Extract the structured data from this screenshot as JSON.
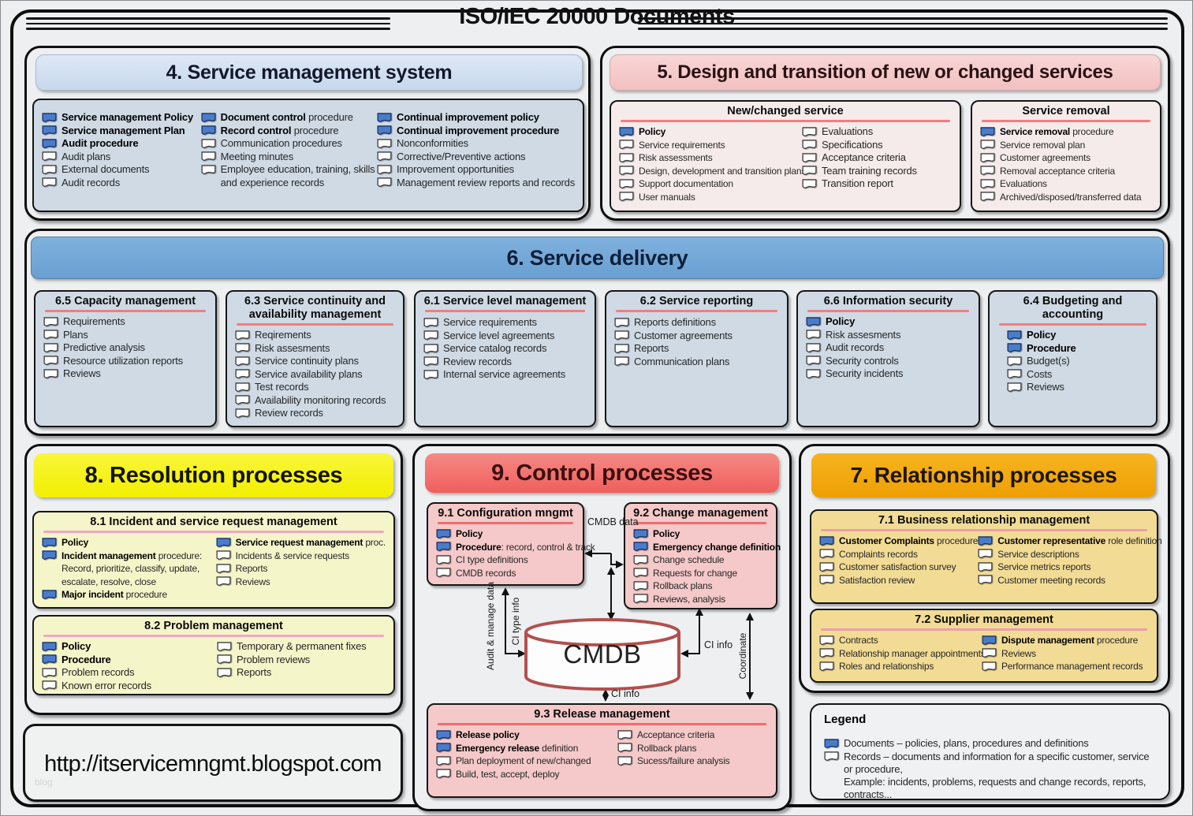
{
  "title": "ISO/IEC 20000 Documents",
  "colors": {
    "document_blue": "#4a7ccc",
    "record_white": "#fdfdfd",
    "s4_header": "#cfdff1",
    "s5_header": "#f5caca",
    "s6_header": "#74a9d9",
    "s8_header": "#f5f203",
    "s9_header": "#f4716f",
    "s7_header": "#f2a80d",
    "cmdb_stroke": "#b2504f"
  },
  "sections": {
    "s4": {
      "title": "4. Service management system",
      "cols": [
        [
          {
            "icon": "blue",
            "bold": "Service management Policy"
          },
          {
            "icon": "blue",
            "bold": "Service management Plan"
          },
          {
            "icon": "blue",
            "bold": "Audit procedure"
          },
          {
            "icon": "white",
            "text": "Audit plans"
          },
          {
            "icon": "white",
            "text": "External documents"
          },
          {
            "icon": "white",
            "text": "Audit records"
          }
        ],
        [
          {
            "icon": "blue",
            "bold": "Document control",
            "text": " procedure"
          },
          {
            "icon": "blue",
            "bold": "Record control",
            "text": " procedure"
          },
          {
            "icon": "white",
            "text": "Communication procedures"
          },
          {
            "icon": "white",
            "text": "Meeting minutes"
          },
          {
            "icon": "white",
            "text": "Employee education, training, skills"
          },
          {
            "icon": "none",
            "text": "and experience records"
          }
        ],
        [
          {
            "icon": "blue",
            "bold": "Continual improvement policy"
          },
          {
            "icon": "blue",
            "bold": "Continual improvement procedure"
          },
          {
            "icon": "white",
            "text": "Nonconformities"
          },
          {
            "icon": "white",
            "text": "Corrective/Preventive actions"
          },
          {
            "icon": "white",
            "text": "Improvement opportunities"
          },
          {
            "icon": "white",
            "text": "Management review reports and records"
          }
        ]
      ]
    },
    "s5": {
      "title": "5. Design and transition of new or changed services",
      "boxes": [
        {
          "title": "New/changed service",
          "cols": [
            [
              {
                "icon": "blue",
                "bold": "Policy"
              },
              {
                "icon": "white",
                "text": "Service requirements"
              },
              {
                "icon": "white",
                "text": "Risk assessments"
              },
              {
                "icon": "white",
                "text": "Design, development and transition plans"
              },
              {
                "icon": "white",
                "text": "Support documentation"
              },
              {
                "icon": "white",
                "text": "User manuals"
              }
            ],
            [
              {
                "icon": "white",
                "text": "Evaluations"
              },
              {
                "icon": "white",
                "text": "Specifications"
              },
              {
                "icon": "white",
                "text": "Acceptance criteria"
              },
              {
                "icon": "white",
                "text": "Team training records"
              },
              {
                "icon": "white",
                "text": "Transition report"
              }
            ]
          ]
        },
        {
          "title": "Service removal",
          "cols": [
            [
              {
                "icon": "blue",
                "bold": "Service removal",
                "text": " procedure"
              },
              {
                "icon": "white",
                "text": "Service removal plan"
              },
              {
                "icon": "white",
                "text": "Customer agreements"
              },
              {
                "icon": "white",
                "text": "Removal acceptance criteria"
              },
              {
                "icon": "white",
                "text": "Evaluations"
              },
              {
                "icon": "white",
                "text": "Archived/disposed/transferred data"
              }
            ]
          ]
        }
      ]
    },
    "s6": {
      "title": "6. Service delivery",
      "boxes": [
        {
          "title": "6.5 Capacity management",
          "items": [
            {
              "icon": "white",
              "text": "Requirements"
            },
            {
              "icon": "white",
              "text": "Plans"
            },
            {
              "icon": "white",
              "text": "Predictive analysis"
            },
            {
              "icon": "white",
              "text": "Resource utilization reports"
            },
            {
              "icon": "white",
              "text": "Reviews"
            }
          ]
        },
        {
          "title": "6.3 Service continuity and availability management",
          "items": [
            {
              "icon": "white",
              "text": "Reqirements"
            },
            {
              "icon": "white",
              "text": "Risk assesments"
            },
            {
              "icon": "white",
              "text": "Service continuity plans"
            },
            {
              "icon": "white",
              "text": "Service availability plans"
            },
            {
              "icon": "white",
              "text": "Test records"
            },
            {
              "icon": "white",
              "text": "Availability monitoring records"
            },
            {
              "icon": "white",
              "text": "Review records"
            }
          ]
        },
        {
          "title": "6.1 Service level management",
          "items": [
            {
              "icon": "white",
              "text": "Service requirements"
            },
            {
              "icon": "white",
              "text": "Service level agreements"
            },
            {
              "icon": "white",
              "text": "Service catalog records"
            },
            {
              "icon": "white",
              "text": "Review records"
            },
            {
              "icon": "white",
              "text": "Internal service agreements"
            }
          ]
        },
        {
          "title": "6.2 Service reporting",
          "items": [
            {
              "icon": "white",
              "text": "Reports definitions"
            },
            {
              "icon": "white",
              "text": "Customer agreements"
            },
            {
              "icon": "white",
              "text": "Reports"
            },
            {
              "icon": "white",
              "text": "Communication plans"
            }
          ]
        },
        {
          "title": "6.6 Information security",
          "items": [
            {
              "icon": "blue",
              "bold": "Policy"
            },
            {
              "icon": "white",
              "text": "Risk assesments"
            },
            {
              "icon": "white",
              "text": "Audit records"
            },
            {
              "icon": "white",
              "text": "Security controls"
            },
            {
              "icon": "white",
              "text": "Security incidents"
            }
          ]
        },
        {
          "title": "6.4 Budgeting and accounting",
          "items": [
            {
              "icon": "blue",
              "bold": "Policy"
            },
            {
              "icon": "blue",
              "bold": "Procedure"
            },
            {
              "icon": "white",
              "text": "Budget(s)"
            },
            {
              "icon": "white",
              "text": "Costs"
            },
            {
              "icon": "white",
              "text": "Reviews"
            }
          ]
        }
      ]
    },
    "s8": {
      "title": "8. Resolution processes",
      "boxes": [
        {
          "title": "8.1 Incident and service request management",
          "cols": [
            [
              {
                "icon": "blue",
                "bold": "Policy"
              },
              {
                "icon": "blue",
                "bold": "Incident management",
                "text": " procedure:"
              },
              {
                "icon": "none",
                "text": "Record, prioritize, classify, update,"
              },
              {
                "icon": "none",
                "text": "escalate, resolve, close"
              },
              {
                "icon": "blue",
                "bold": "Major incident",
                "text": " procedure"
              }
            ],
            [
              {
                "icon": "blue",
                "bold": "Service request management",
                "text": " proc."
              },
              {
                "icon": "white",
                "text": "Incidents & service requests"
              },
              {
                "icon": "white",
                "text": "Reports"
              },
              {
                "icon": "white",
                "text": "Reviews"
              }
            ]
          ]
        },
        {
          "title": "8.2 Problem management",
          "cols": [
            [
              {
                "icon": "blue",
                "bold": "Policy"
              },
              {
                "icon": "blue",
                "bold": "Procedure"
              },
              {
                "icon": "white",
                "text": "Problem records"
              },
              {
                "icon": "white",
                "text": "Known error records"
              }
            ],
            [
              {
                "icon": "white",
                "text": "Temporary & permanent fixes"
              },
              {
                "icon": "white",
                "text": "Problem reviews"
              },
              {
                "icon": "white",
                "text": "Reports"
              }
            ]
          ]
        }
      ]
    },
    "s9": {
      "title": "9. Control processes",
      "boxes": [
        {
          "title": "9.1 Configuration mngmt",
          "items": [
            {
              "icon": "blue",
              "bold": "Policy"
            },
            {
              "icon": "blue",
              "bold": "Procedure",
              "text": ": record, control & track"
            },
            {
              "icon": "white",
              "text": "CI type definitions"
            },
            {
              "icon": "white",
              "text": "CMDB records"
            }
          ]
        },
        {
          "title": "9.2 Change management",
          "items": [
            {
              "icon": "blue",
              "bold": "Policy"
            },
            {
              "icon": "blue",
              "bold": "Emergency change definition"
            },
            {
              "icon": "white",
              "text": "Change schedule"
            },
            {
              "icon": "white",
              "text": "Requests for change"
            },
            {
              "icon": "white",
              "text": "Rollback plans"
            },
            {
              "icon": "white",
              "text": "Reviews, analysis"
            }
          ]
        },
        {
          "title": "9.3 Release management",
          "cols": [
            [
              {
                "icon": "blue",
                "bold": "Release policy"
              },
              {
                "icon": "blue",
                "bold": "Emergency release",
                "text": " definition"
              },
              {
                "icon": "white",
                "text": "Plan deployment of new/changed"
              },
              {
                "icon": "white",
                "text": "Build, test, accept, deploy"
              }
            ],
            [
              {
                "icon": "white",
                "text": "Acceptance criteria"
              },
              {
                "icon": "white",
                "text": "Rollback plans"
              },
              {
                "icon": "white",
                "text": "Sucess/failure analysis"
              }
            ]
          ]
        }
      ],
      "cmdb_label": "CMDB",
      "arrow_labels": {
        "cmdb_data": "CMDB data",
        "ci_info": "CI info",
        "coordinate": "Coordinate",
        "audit_manage": "Audit & manage data",
        "ci_type_info": "CI type info"
      }
    },
    "s7": {
      "title": "7. Relationship processes",
      "boxes": [
        {
          "title": "7.1 Business relationship management",
          "cols": [
            [
              {
                "icon": "blue",
                "bold": "Customer Complaints",
                "text": " procedure"
              },
              {
                "icon": "white",
                "text": "Complaints records"
              },
              {
                "icon": "white",
                "text": "Customer satisfaction survey"
              },
              {
                "icon": "white",
                "text": "Satisfaction review"
              }
            ],
            [
              {
                "icon": "blue",
                "bold": "Customer representative",
                "text": " role definition"
              },
              {
                "icon": "white",
                "text": "Service descriptions"
              },
              {
                "icon": "white",
                "text": "Service metrics reports"
              },
              {
                "icon": "white",
                "text": "Customer meeting records"
              }
            ]
          ]
        },
        {
          "title": "7.2 Supplier management",
          "cols": [
            [
              {
                "icon": "white",
                "text": "Contracts"
              },
              {
                "icon": "white",
                "text": "Relationship manager appointments"
              },
              {
                "icon": "white",
                "text": "Roles and relationships"
              }
            ],
            [
              {
                "icon": "blue",
                "bold": "Dispute management",
                "text": " procedure"
              },
              {
                "icon": "white",
                "text": "Reviews"
              },
              {
                "icon": "white",
                "text": "Performance management records"
              }
            ]
          ]
        }
      ]
    }
  },
  "url_box": {
    "url": "http://itservicemngmt.blogspot.com",
    "watermark": "blog"
  },
  "legend": {
    "title": "Legend",
    "items": [
      {
        "icon": "blue",
        "text": "Documents – policies, plans, procedures and definitions"
      },
      {
        "icon": "white",
        "text": "Records – documents and information for a specific customer, service or procedure,"
      },
      {
        "icon": "none",
        "text": "Example: incidents, problems, requests and change records, reports, contracts..."
      }
    ]
  }
}
